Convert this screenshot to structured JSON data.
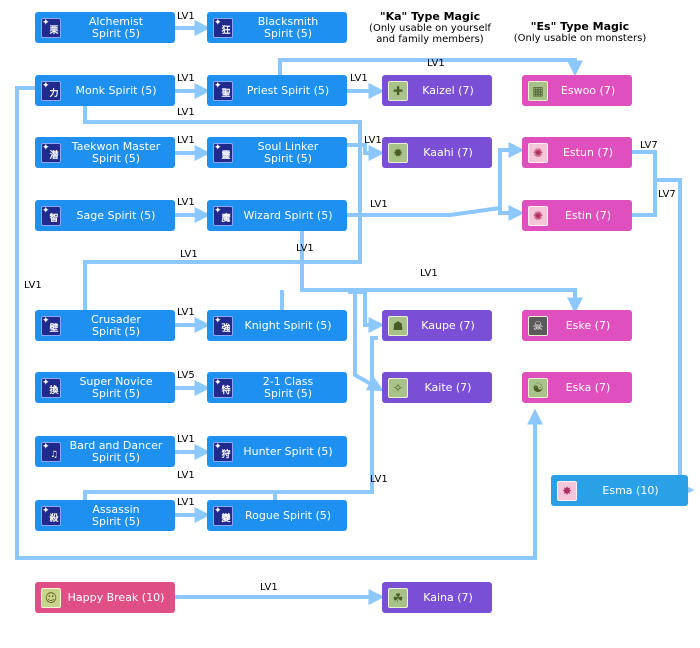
{
  "headers": {
    "ka": {
      "title": "\"Ka\" Type Magic",
      "line1": "(Only usable on yourself",
      "line2": "and family members)"
    },
    "es": {
      "title": "\"Es\" Type Magic",
      "line1": "(Only usable on monsters)"
    }
  },
  "spirits": {
    "alchemist": {
      "label_line1": "Alchemist",
      "label_line2": "Spirit (5)",
      "glyph": "栗"
    },
    "monk": {
      "label": "Monk Spirit (5)",
      "glyph": "力"
    },
    "taekwon": {
      "label_line1": "Taekwon Master",
      "label_line2": "Spirit (5)",
      "glyph": "潜"
    },
    "sage": {
      "label": "Sage Spirit (5)",
      "glyph": "智"
    },
    "crusader": {
      "label_line1": "Crusader",
      "label_line2": "Spirit (5)",
      "glyph": "壁"
    },
    "supernovice": {
      "label_line1": "Super Novice",
      "label_line2": "Spirit (5)",
      "glyph": "換"
    },
    "bard": {
      "label_line1": "Bard and Dancer",
      "label_line2": "Spirit (5)",
      "glyph": "♫"
    },
    "assassin": {
      "label_line1": "Assassin",
      "label_line2": "Spirit (5)",
      "glyph": "殺"
    },
    "blacksmith": {
      "label_line1": "Blacksmith",
      "label_line2": "Spirit (5)",
      "glyph": "狂"
    },
    "priest": {
      "label": "Priest Spirit (5)",
      "glyph": "聖"
    },
    "soullinker": {
      "label_line1": "Soul Linker",
      "label_line2": "Spirit (5)",
      "glyph": "靈"
    },
    "wizard": {
      "label": "Wizard Spirit (5)",
      "glyph": "魔"
    },
    "knight": {
      "label": "Knight Spirit (5)",
      "glyph": "強"
    },
    "twoone": {
      "label_line1": "2-1 Class",
      "label_line2": "Spirit (5)",
      "glyph": "特"
    },
    "hunter": {
      "label": "Hunter Spirit (5)",
      "glyph": "狩"
    },
    "rogue": {
      "label": "Rogue Spirit (5)",
      "glyph": "變"
    }
  },
  "ka_magic": {
    "kaizel": {
      "label": "Kaizel (7)"
    },
    "kaahi": {
      "label": "Kaahi (7)"
    },
    "kaupe": {
      "label": "Kaupe (7)"
    },
    "kaite": {
      "label": "Kaite (7)"
    },
    "kaina": {
      "label": "Kaina (7)"
    }
  },
  "es_magic": {
    "eswoo": {
      "label": "Eswoo (7)"
    },
    "estun": {
      "label": "Estun (7)"
    },
    "estin": {
      "label": "Estin (7)"
    },
    "eske": {
      "label": "Eske (7)"
    },
    "eska": {
      "label": "Eska (7)"
    },
    "esma": {
      "label": "Esma (10)"
    }
  },
  "happy_break": {
    "label": "Happy Break (10)"
  },
  "level_labels": {
    "alch_bs": "LV1",
    "monk_priest": "LV1",
    "monk_down": "LV1",
    "priest_kaizel": "LV1",
    "priest_eswoo": "LV1",
    "tk_sl": "LV1",
    "sl_kaahi": "LV1",
    "sage_wiz": "LV1",
    "wiz_estin": "LV1",
    "estun_lv7": "LV7",
    "estin_lv7": "LV7",
    "wiz_down": "LV1",
    "loop_label": "LV1",
    "eske_line": "LV1",
    "left_loop": "LV1",
    "cru_knight": "LV1",
    "sn_twoone": "LV5",
    "bard_hunter": "LV1",
    "hunter_down": "LV1",
    "rogue_right": "LV1",
    "assassin_rogue": "LV1",
    "happy_kaina": "LV1"
  },
  "colors": {
    "spirit_box": "#1e90f0",
    "ka_box": "#7a4fd6",
    "es_box": "#df4fbd",
    "happy_box": "#df4f86",
    "connector": "#8cc8ff"
  },
  "icons": {
    "spirit": "spirit-skill-icon",
    "magic": "magic-skill-icon"
  }
}
